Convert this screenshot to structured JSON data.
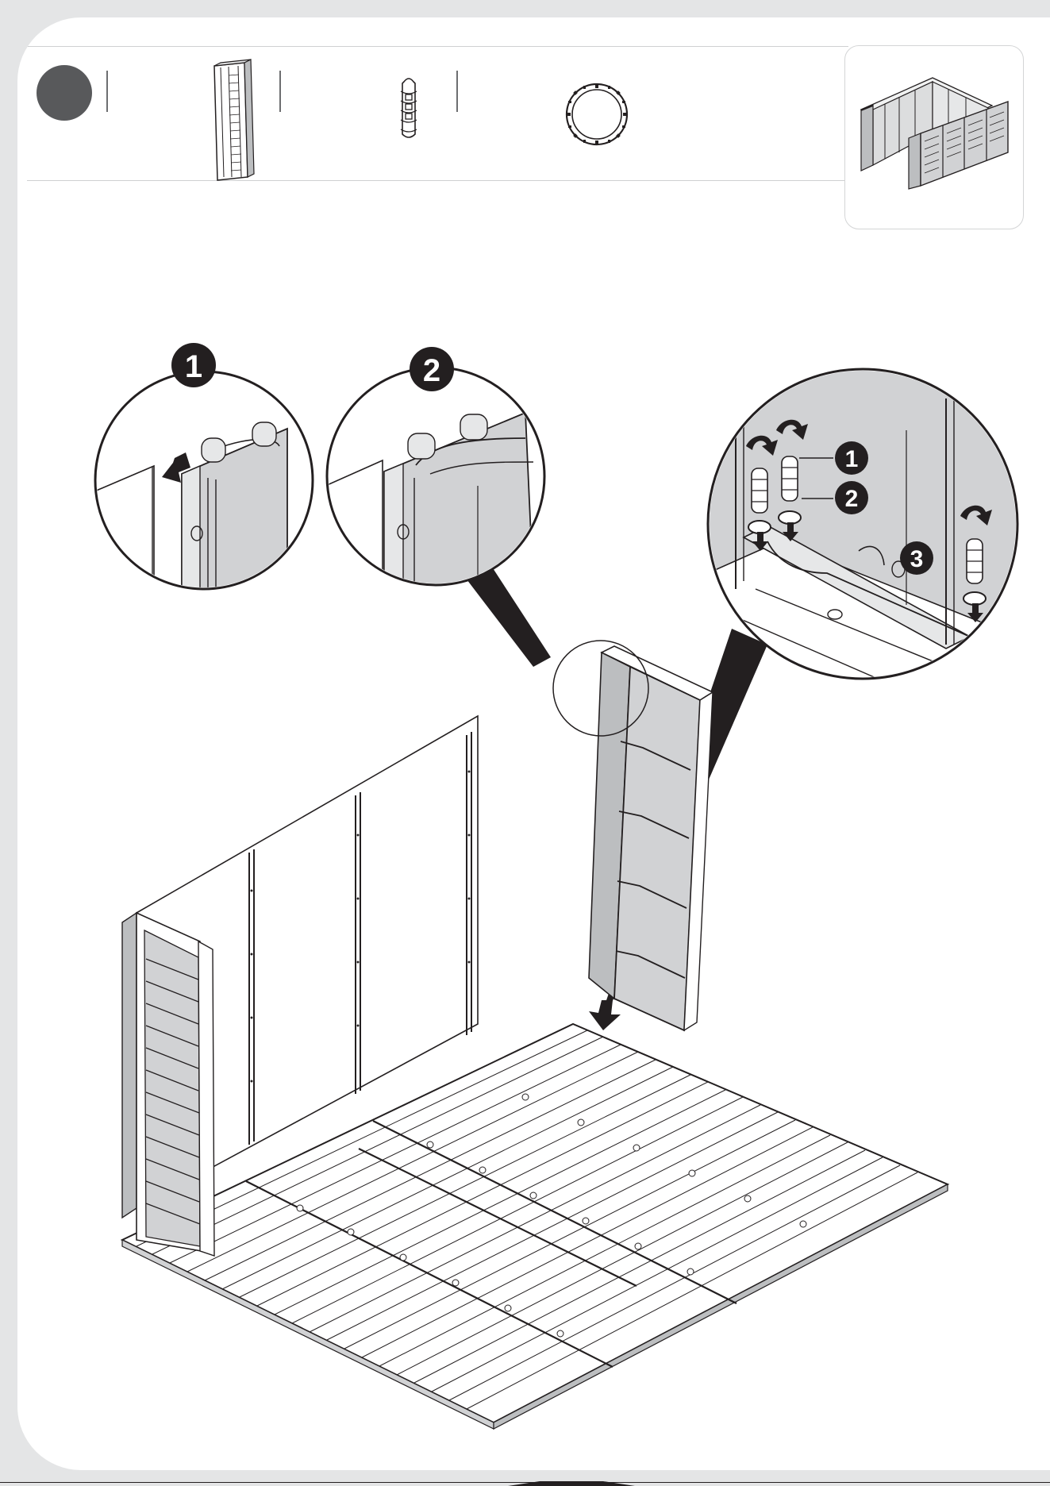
{
  "header": {
    "step_number": "",
    "parts": [
      {
        "name": "wall-panel",
        "quantity": ""
      },
      {
        "name": "peg",
        "quantity": ""
      },
      {
        "name": "washer-ring",
        "quantity": ""
      }
    ]
  },
  "callouts": {
    "detail_1_label": "1",
    "detail_2_label": "2",
    "detail_3_steps": [
      "1",
      "2",
      "3"
    ]
  },
  "colors": {
    "badge": "#231f20",
    "step_dot": "#58595b",
    "panel_shade": "#d1d2d4",
    "line": "#231f20",
    "page_bg": "#e4e5e6"
  },
  "icons": [
    "arrow-down-icon",
    "arrow-left-icon",
    "twist-arrow-icon"
  ]
}
